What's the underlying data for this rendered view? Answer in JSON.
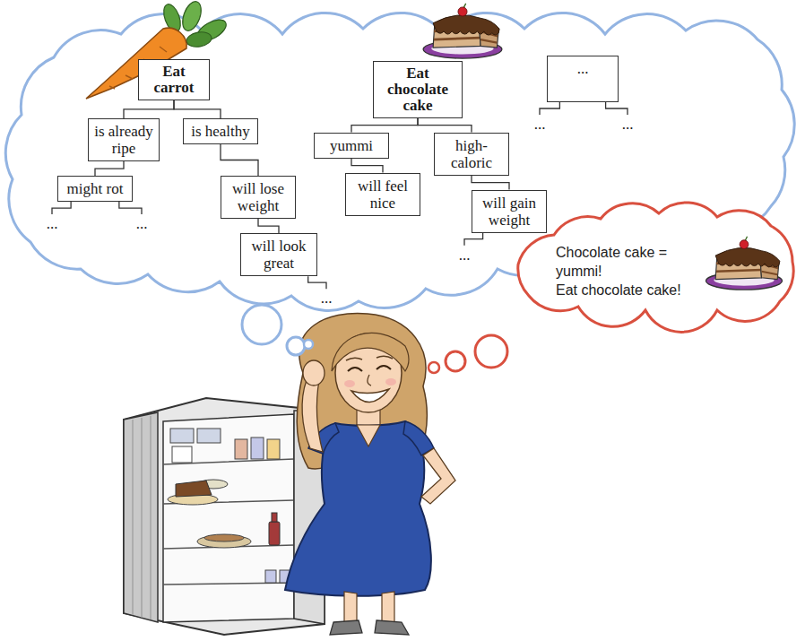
{
  "diagram": {
    "nodes": [
      {
        "text": [
          "Eat carrot"
        ]
      },
      {
        "text": [
          "Eat chocolate cake"
        ]
      },
      {
        "text": [
          "..."
        ]
      },
      {
        "text": [
          "is already ripe"
        ]
      },
      {
        "text": [
          "is healthy"
        ]
      },
      {
        "text": [
          "yummi"
        ]
      },
      {
        "text": [
          "high-caloric"
        ]
      },
      {
        "text": [
          "might rot"
        ]
      },
      {
        "text": [
          "will lose weight"
        ]
      },
      {
        "text": [
          "will feel nice"
        ]
      },
      {
        "text": [
          "will gain weight"
        ]
      },
      {
        "text": [
          "will look great"
        ]
      },
      {
        "text": [
          "Chocolate cake = yummi!",
          "Eat chocolate cake!"
        ]
      }
    ],
    "edges": [
      {
        "from": 0,
        "to": 3,
        "arrow": "none"
      },
      {
        "from": 0,
        "to": 4,
        "arrow": "none"
      },
      {
        "from": 3,
        "to": 7,
        "arrow": "none"
      },
      {
        "from": 4,
        "to": 8,
        "arrow": "none"
      },
      {
        "from": 8,
        "to": 11,
        "arrow": "none"
      },
      {
        "from": 1,
        "to": 5,
        "arrow": "none"
      },
      {
        "from": 1,
        "to": 6,
        "arrow": "none"
      },
      {
        "from": 5,
        "to": 9,
        "arrow": "none"
      },
      {
        "from": 6,
        "to": 10,
        "arrow": "none"
      }
    ],
    "labels": [
      "...",
      "...",
      "...",
      "...",
      "...",
      "..."
    ]
  }
}
